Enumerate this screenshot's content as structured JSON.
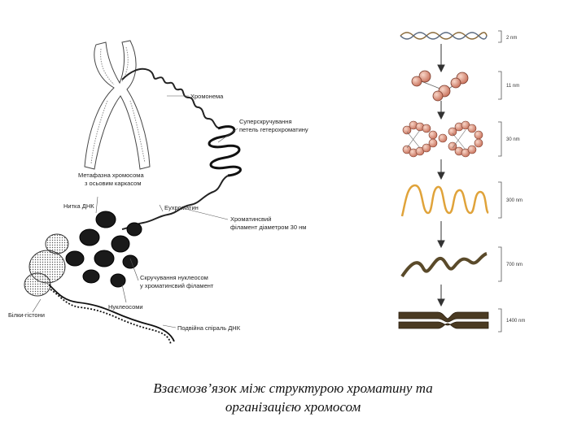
{
  "labels": {
    "chromonema": "Хромонема",
    "supercoiled": [
      "Суперскручування",
      "петель гетерохроматину"
    ],
    "metaphase": [
      "Метафазна хромосома",
      "з осьовим каркасом"
    ],
    "dna_thread": "Нитка ДНК",
    "euchromatin": "Еухроматин",
    "filament": [
      "Хроматинсвий",
      "філамент діаметром 30 нм"
    ],
    "nucleosome_coil": [
      "Скручування нуклеосом",
      "у хроматинсвий філамент"
    ],
    "nucleosome": "Нуклеосоми",
    "histones": "Білки-гістони",
    "double_helix": "Подвійна спіраль ДНК"
  },
  "scale": [
    "2 nm",
    "11 nm",
    "30 nm",
    "300 nm",
    "700 nm",
    "1400 nm"
  ],
  "caption": {
    "line1": "Взаємозв’язок між структурою хроматину та",
    "line2": "організацією хромосом"
  }
}
